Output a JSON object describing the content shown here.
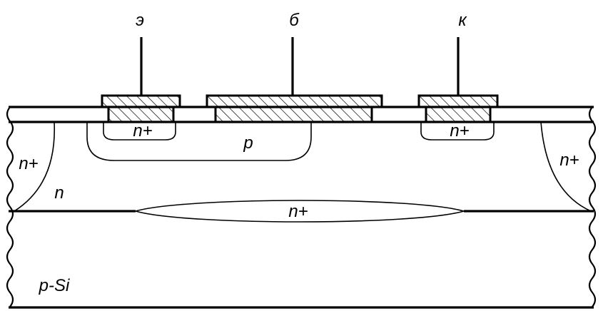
{
  "labels": {
    "emitter": "э",
    "base": "б",
    "collector": "к",
    "emitter_region": "n+",
    "collector_region": "n+",
    "base_region": "p",
    "isolation_left": "n+",
    "isolation_right": "n+",
    "epi_layer": "n",
    "buried_layer": "n+",
    "substrate": "p-Si"
  },
  "colors": {
    "line": "#000000",
    "background": "#ffffff"
  }
}
